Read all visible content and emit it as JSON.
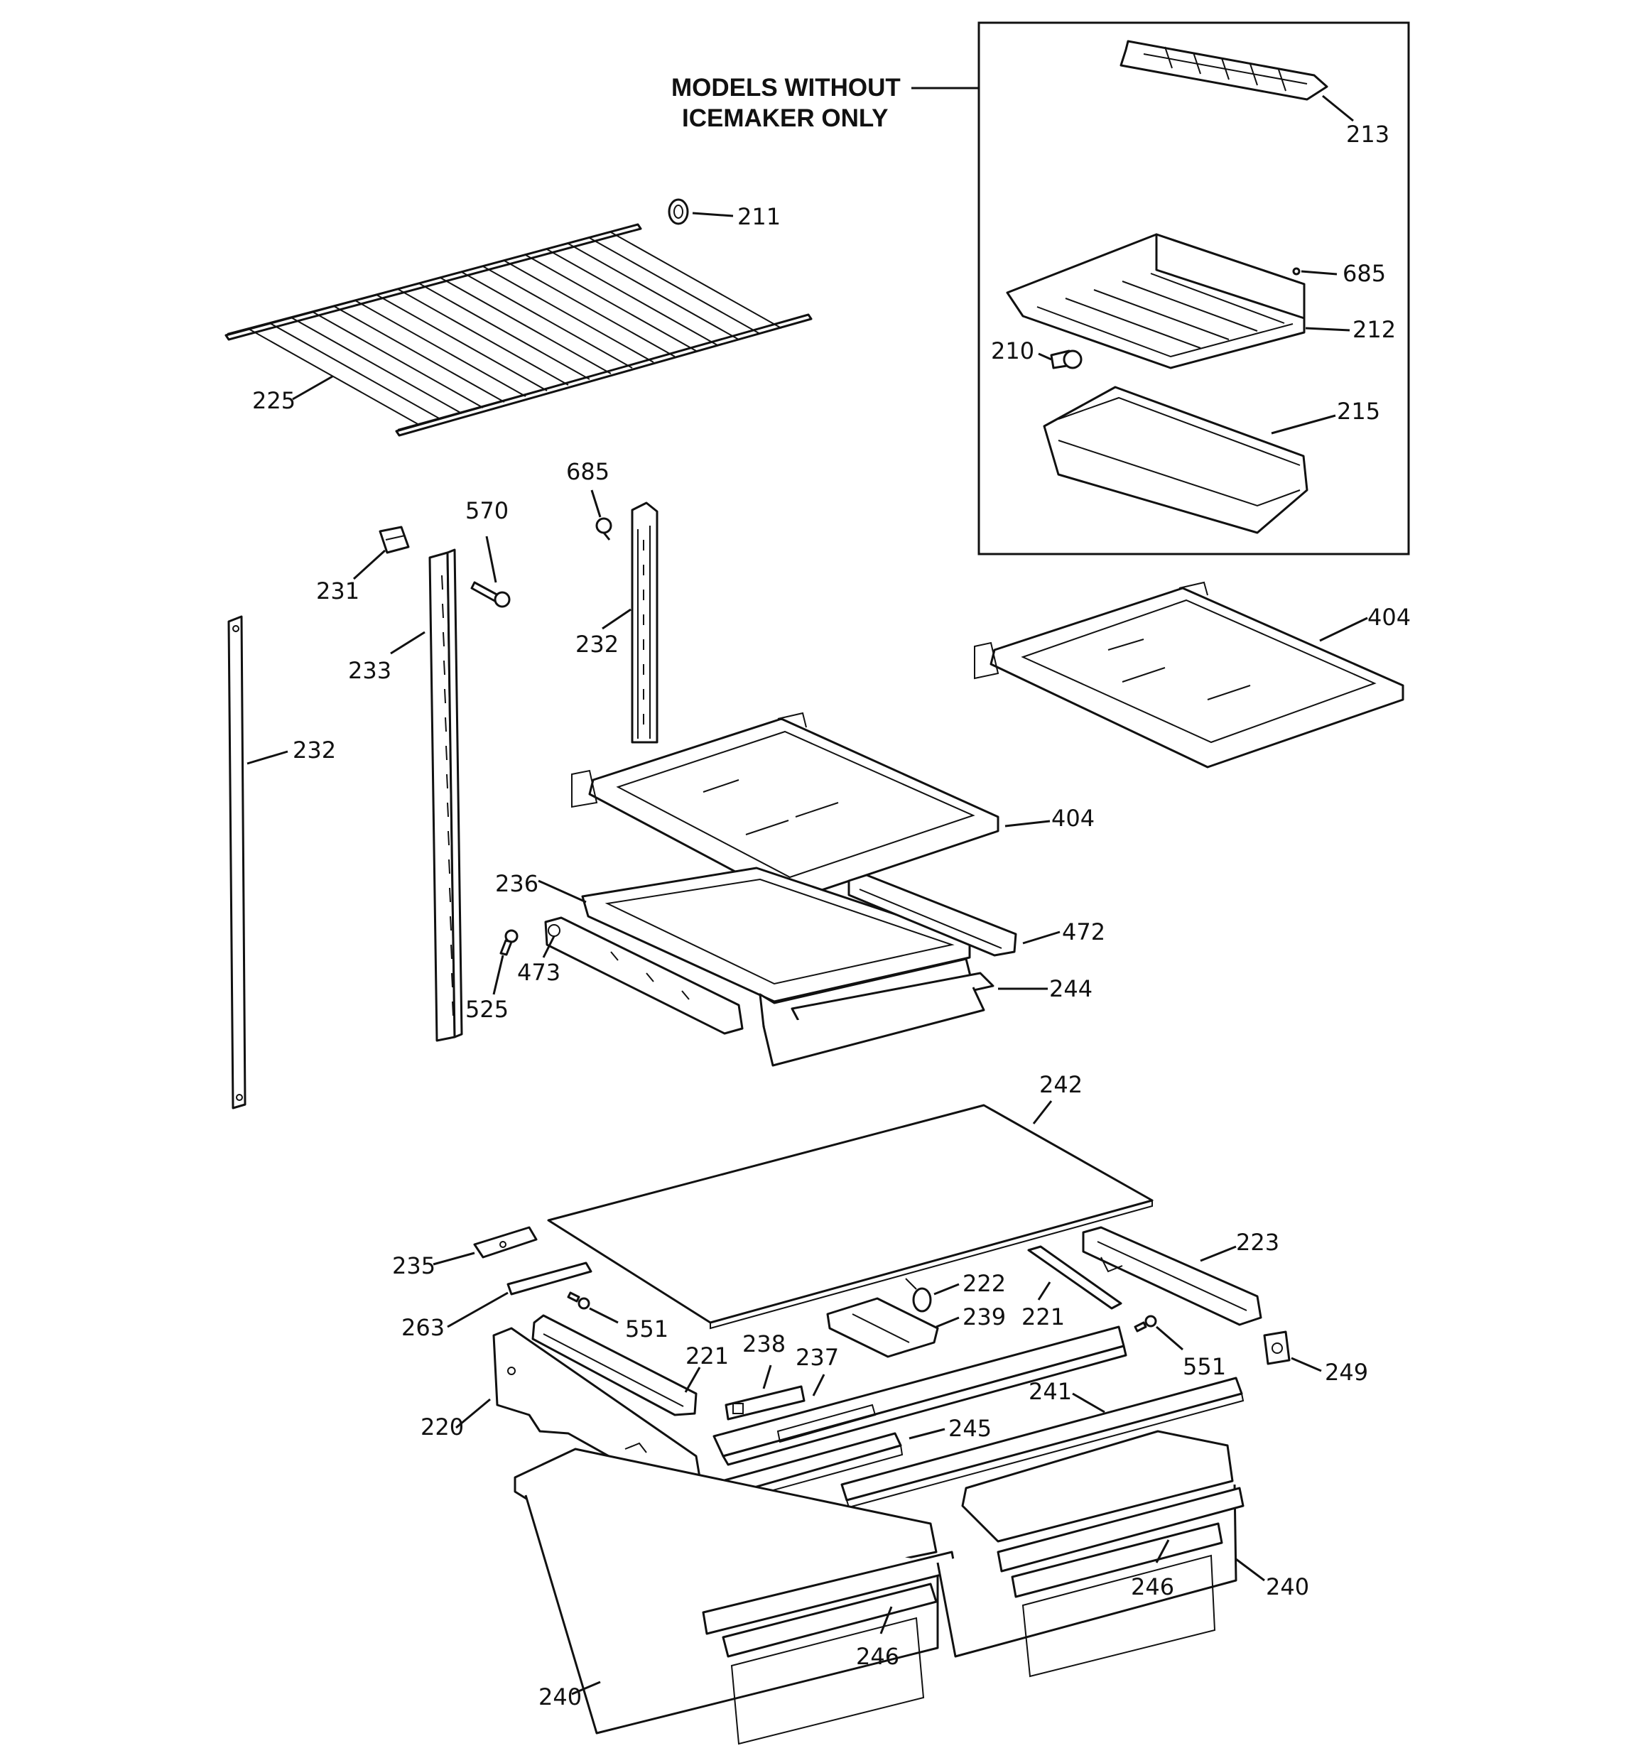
{
  "note": {
    "line1": "MODELS WITHOUT",
    "line2": "ICEMAKER ONLY"
  },
  "callouts": {
    "c213": "213",
    "c211": "211",
    "c685a": "685",
    "c212": "212",
    "c210": "210",
    "c215": "215",
    "c225": "225",
    "c685b": "685",
    "c570": "570",
    "c231": "231",
    "c232a": "232",
    "c233": "233",
    "c232b": "232",
    "c404a": "404",
    "c404b": "404",
    "c236": "236",
    "c472": "472",
    "c473": "473",
    "c525": "525",
    "c244": "244",
    "c242": "242",
    "c223": "223",
    "c235": "235",
    "c222": "222",
    "c263": "263",
    "c239": "239",
    "c221a": "221",
    "c551a": "551",
    "c551b": "551",
    "c238": "238",
    "c237": "237",
    "c221b": "221",
    "c249": "249",
    "c241": "241",
    "c220": "220",
    "c245": "245",
    "c246a": "246",
    "c240a": "240",
    "c246b": "246",
    "c240b": "240"
  }
}
